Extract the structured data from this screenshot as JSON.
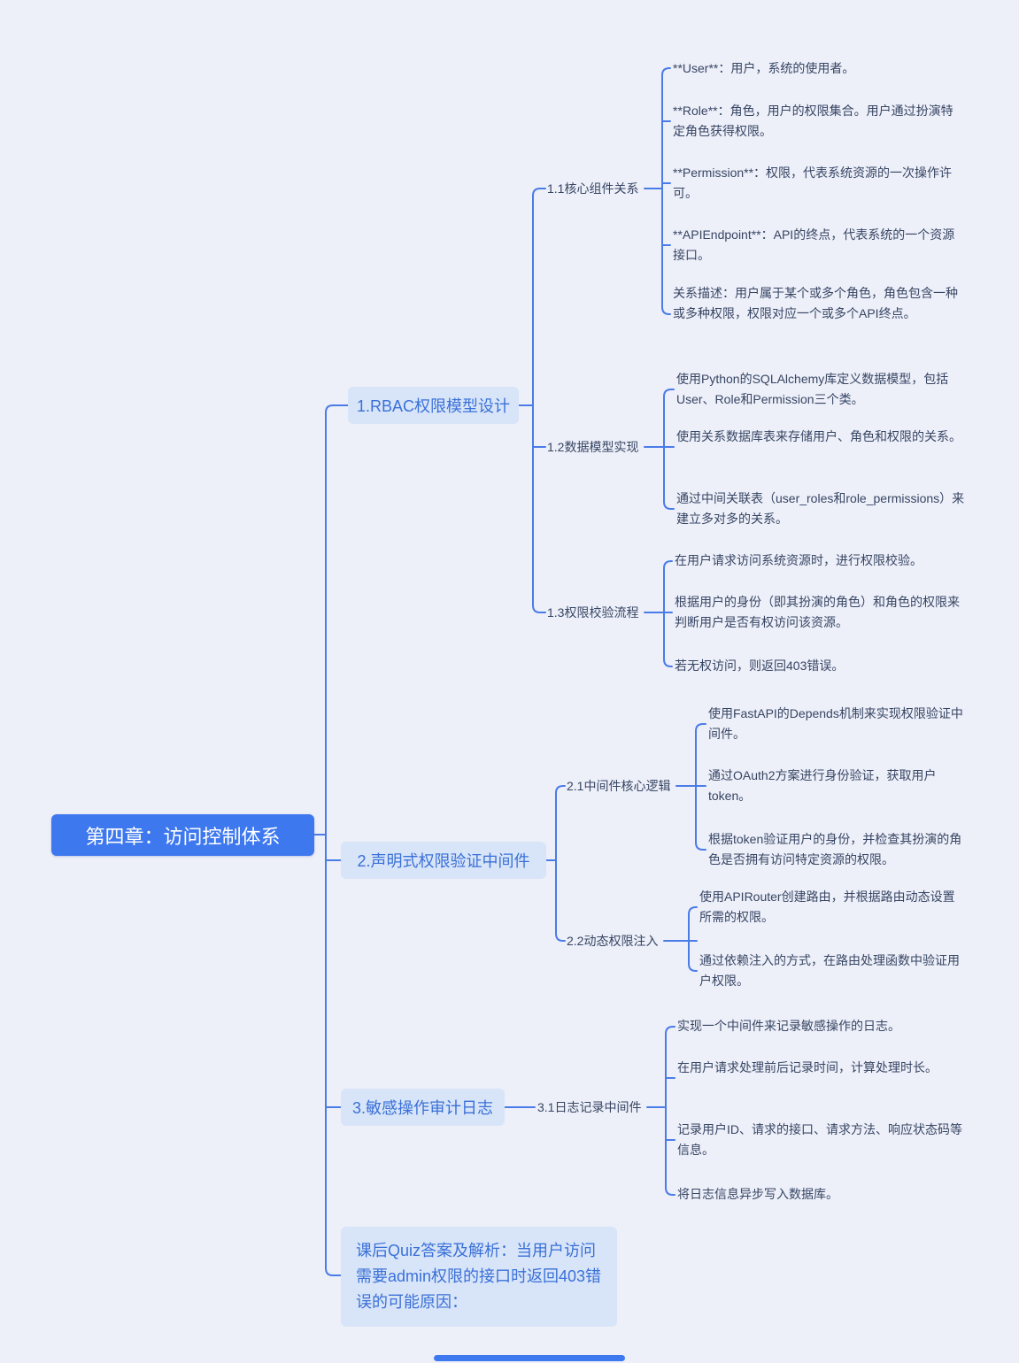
{
  "canvas": {
    "bg": "#edeff9",
    "line_color": "#4a7ce8",
    "accent": "#3e78ee"
  },
  "root": {
    "label": "第四章：访问控制体系"
  },
  "branches": [
    {
      "label": "1.RBAC权限模型设计",
      "children": [
        {
          "label": "1.1核心组件关系",
          "leaves": [
            "**User**：用户，系统的使用者。",
            "**Role**：角色，用户的权限集合。用户通过扮演特定角色获得权限。",
            "**Permission**：权限，代表系统资源的一次操作许可。",
            "**APIEndpoint**：API的终点，代表系统的一个资源接口。",
            "关系描述：用户属于某个或多个角色，角色包含一种或多种权限，权限对应一个或多个API终点。"
          ]
        },
        {
          "label": "1.2数据模型实现",
          "leaves": [
            "使用Python的SQLAlchemy库定义数据模型，包括User、Role和Permission三个类。",
            "使用关系数据库表来存储用户、角色和权限的关系。",
            "通过中间关联表（user_roles和role_permissions）来建立多对多的关系。"
          ]
        },
        {
          "label": "1.3权限校验流程",
          "leaves": [
            "在用户请求访问系统资源时，进行权限校验。",
            "根据用户的身份（即其扮演的角色）和角色的权限来判断用户是否有权访问该资源。",
            "若无权访问，则返回403错误。"
          ]
        }
      ]
    },
    {
      "label": "2.声明式权限验证中间件",
      "children": [
        {
          "label": "2.1中间件核心逻辑",
          "leaves": [
            "使用FastAPI的Depends机制来实现权限验证中间件。",
            "通过OAuth2方案进行身份验证，获取用户token。",
            "根据token验证用户的身份，并检查其扮演的角色是否拥有访问特定资源的权限。"
          ]
        },
        {
          "label": "2.2动态权限注入",
          "leaves": [
            "使用APIRouter创建路由，并根据路由动态设置所需的权限。",
            "通过依赖注入的方式，在路由处理函数中验证用户权限。"
          ]
        }
      ]
    },
    {
      "label": "3.敏感操作审计日志",
      "children": [
        {
          "label": "3.1日志记录中间件",
          "leaves": [
            "实现一个中间件来记录敏感操作的日志。",
            "在用户请求处理前后记录时间，计算处理时长。",
            "记录用户ID、请求的接口、请求方法、响应状态码等信息。",
            "将日志信息异步写入数据库。"
          ]
        }
      ]
    }
  ],
  "note": {
    "label": "课后Quiz答案及解析：当用户访问需要admin权限的接口时返回403错误的可能原因："
  }
}
